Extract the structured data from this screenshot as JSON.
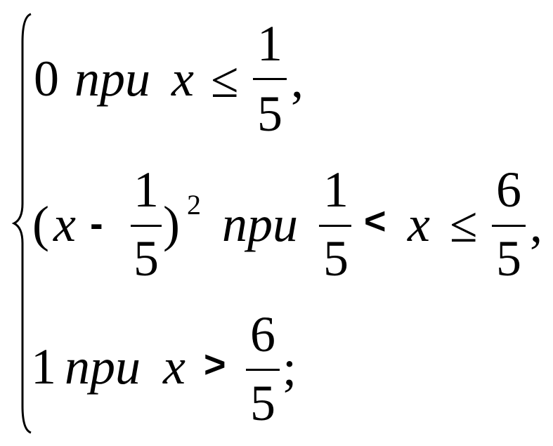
{
  "formula": {
    "case1": {
      "zero": "0",
      "word": "при",
      "var": "x",
      "rel": "≤",
      "frac": {
        "num": "1",
        "den": "5"
      },
      "end": ","
    },
    "case2": {
      "lparen": "(",
      "var": "x",
      "minus": "-",
      "frac": {
        "num": "1",
        "den": "5"
      },
      "rparen": ")",
      "exp": "2",
      "word": "при",
      "frac_left": {
        "num": "1",
        "den": "5"
      },
      "rel_left": "<",
      "var2": "x",
      "rel_right": "≤",
      "frac_right": {
        "num": "6",
        "den": "5"
      },
      "end": ","
    },
    "case3": {
      "one": "1",
      "word": "при",
      "var": "x",
      "rel": ">",
      "frac": {
        "num": "6",
        "den": "5"
      },
      "end": ";"
    }
  }
}
